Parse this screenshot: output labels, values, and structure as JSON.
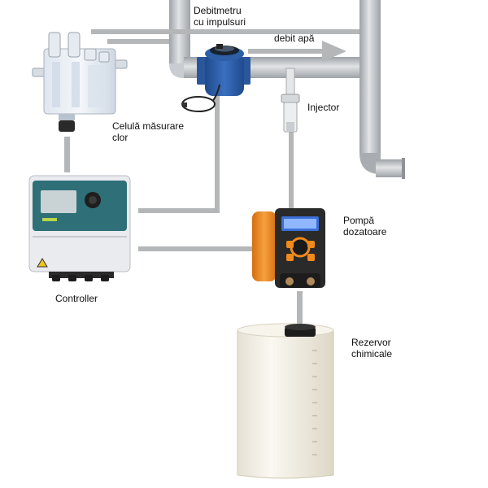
{
  "labels": {
    "flow_meter": [
      "Debitmetru",
      "cu impulsuri"
    ],
    "water_flow": "debit apă",
    "measuring_cell": [
      "Celulă măsurare",
      "clor"
    ],
    "injector": "Injector",
    "dosing_pump": [
      "Pompă",
      "dozatoare"
    ],
    "controller": "Controller",
    "chemical_tank": [
      "Rezervor",
      "chimicale"
    ]
  },
  "colors": {
    "pipe": "#b9bcc0",
    "pipe_edge": "#8f9398",
    "cable": "#b4b6b8",
    "meter_body": "#2e5ea8",
    "pump_body": "#f08a1c",
    "tank": "#f3efe4",
    "controller_panel": "#2f6f78"
  },
  "icons": {
    "arrow": "flow-arrow-icon",
    "warning": "warning-triangle-icon"
  }
}
